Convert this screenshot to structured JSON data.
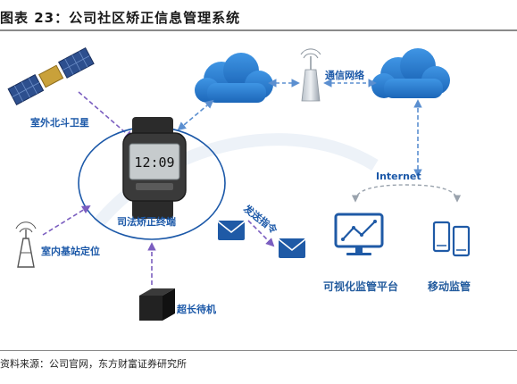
{
  "header": {
    "title": "图表 23：公司社区矫正信息管理系统"
  },
  "diagram": {
    "satellite_label": "室外北斗卫星",
    "network_label": "通信网络",
    "internet_label": "Internet",
    "terminal_label": "司法矫正终端",
    "watch_time": "12:09",
    "base_station_label": "室内基站定位",
    "command_label": "发送指令",
    "standby_label": "超长待机",
    "visual_platform_label": "可视化监管平台",
    "mobile_label": "移动监管"
  },
  "colors": {
    "accent_blue": "#1b58a8",
    "cloud_blue": "#2a7fd1",
    "arrow_blue": "#5b8fd0",
    "arrow_purple": "#7b5ec0"
  },
  "footer": {
    "source": "资料来源：公司官网，东方财富证券研究所"
  }
}
